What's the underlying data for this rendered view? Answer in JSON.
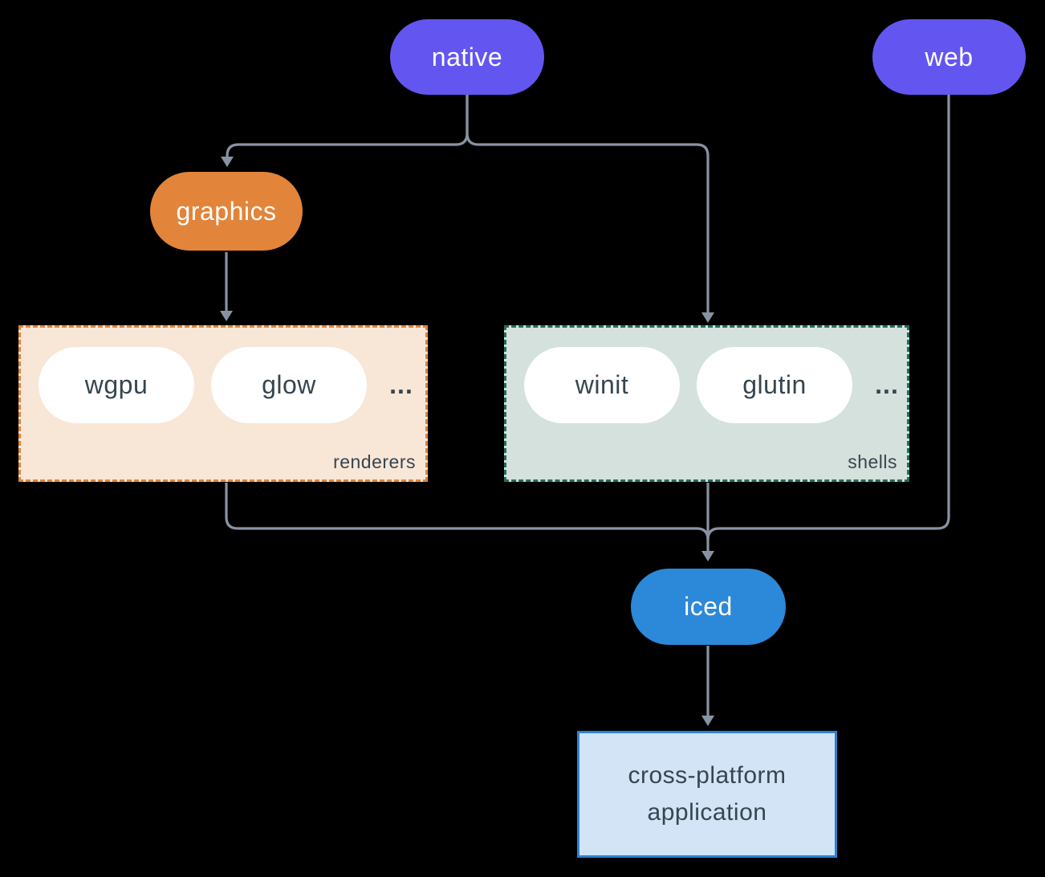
{
  "palette": {
    "bg": "#000000",
    "line": "#8893A2",
    "purple": "#6356F0",
    "orange": "#E28439",
    "blue": "#2C88D8",
    "dark_text": "#36454F",
    "white": "#FFFFFF",
    "renderers_bg": "#F8E6D7",
    "renderers_border": "#E28439",
    "shells_bg": "#D4E1DC",
    "shells_border": "#276B5E",
    "app_bg": "#D3E4F6",
    "app_border": "#2A82D4"
  },
  "nodes": {
    "native": {
      "label": "native"
    },
    "web": {
      "label": "web"
    },
    "graphics": {
      "label": "graphics"
    },
    "iced": {
      "label": "iced"
    },
    "app": {
      "line1": "cross-platform",
      "line2": "application"
    }
  },
  "groups": {
    "renderers": {
      "label": "renderers",
      "items": [
        "wgpu",
        "glow"
      ],
      "ellipsis": "..."
    },
    "shells": {
      "label": "shells",
      "items": [
        "winit",
        "glutin"
      ],
      "ellipsis": "..."
    }
  },
  "edges": [
    {
      "from": "native",
      "to": "graphics"
    },
    {
      "from": "native",
      "to": "shells"
    },
    {
      "from": "graphics",
      "to": "renderers"
    },
    {
      "from": "renderers",
      "to": "iced"
    },
    {
      "from": "shells",
      "to": "iced"
    },
    {
      "from": "web",
      "to": "iced"
    },
    {
      "from": "iced",
      "to": "app"
    }
  ]
}
